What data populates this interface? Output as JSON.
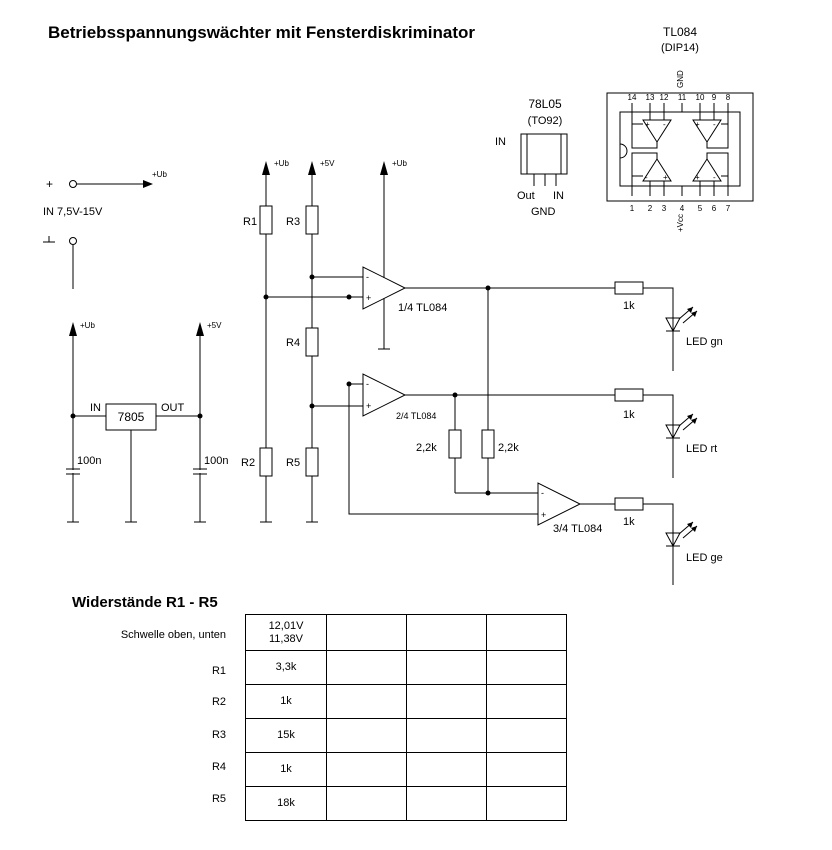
{
  "title": "Betriebsspannungswächter mit Fensterdiskriminator",
  "ic": {
    "name": "TL084",
    "package": "(DIP14)",
    "gnd_label": "GND",
    "vcc_label": "+Vcc",
    "pins_top": [
      "14",
      "13",
      "12",
      "11",
      "10",
      "9",
      "8"
    ],
    "pins_bottom": [
      "1",
      "2",
      "3",
      "4",
      "5",
      "6",
      "7"
    ]
  },
  "regulator_small": {
    "name": "78L05",
    "package": "(TO92)",
    "in_label": "IN",
    "out_label": "Out",
    "in2_label": "IN",
    "gnd_label": "GND"
  },
  "input": {
    "plus": "+",
    "ub": "+Ub",
    "range": "IN 7,5V-15V"
  },
  "rails": {
    "ub": "+Ub",
    "v5": "+5V"
  },
  "regulator": {
    "name": "7805",
    "in": "IN",
    "out": "OUT",
    "cap1": "100n",
    "cap2": "100n"
  },
  "resistors": {
    "r1": "R1",
    "r2": "R2",
    "r3": "R3",
    "r4": "R4",
    "r5": "R5",
    "pullup_a": "2,2k",
    "pullup_b": "2,2k",
    "led1": "1k",
    "led2": "1k",
    "led3": "1k"
  },
  "opamps": {
    "op1": "1/4 TL084",
    "op2": "2/4 TL084",
    "op3": "3/4 TL084"
  },
  "leds": {
    "gn": "LED gn",
    "rt": "LED rt",
    "ge": "LED ge"
  },
  "table": {
    "title": "Widerstände R1 - R5",
    "rows": [
      {
        "label": "Schwelle oben, unten",
        "v1": "12,01V",
        "v2": "11,38V"
      },
      {
        "label": "R1",
        "v": "3,3k"
      },
      {
        "label": "R2",
        "v": "1k"
      },
      {
        "label": "R3",
        "v": "15k"
      },
      {
        "label": "R4",
        "v": "1k"
      },
      {
        "label": "R5",
        "v": "18k"
      }
    ]
  }
}
